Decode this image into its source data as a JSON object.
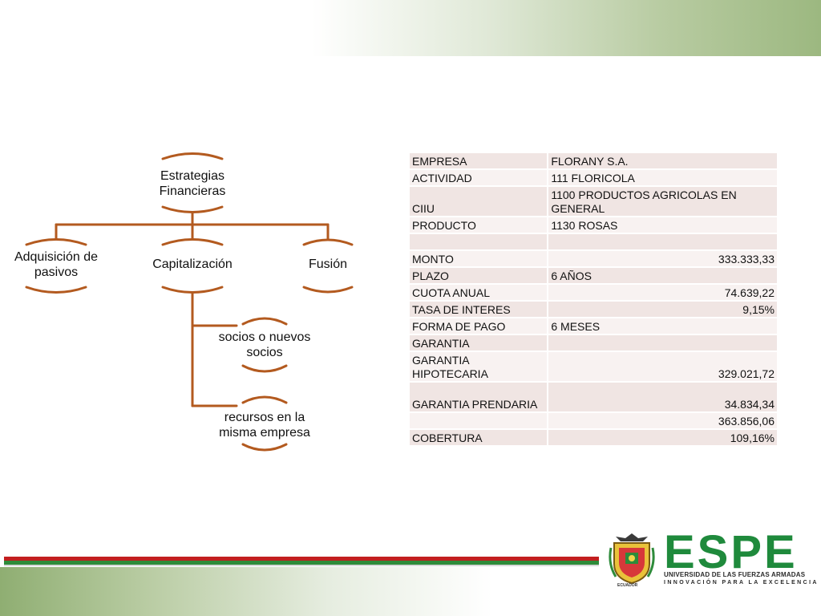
{
  "diagram": {
    "root": "Estrategias Financieras",
    "children": [
      "Adquisición de pasivos",
      "Capitalización",
      "Fusión"
    ],
    "sub_children": [
      "socios o nuevos socios",
      "recursos en la misma empresa"
    ],
    "connector_color": "#b35a1f"
  },
  "table": {
    "rows": [
      [
        "EMPRESA",
        "FLORANY S.A."
      ],
      [
        "ACTIVIDAD",
        "111 FLORICOLA"
      ],
      [
        "CIIU",
        "1100 PRODUCTOS AGRICOLAS EN GENERAL"
      ],
      [
        "PRODUCTO",
        "1130 ROSAS"
      ],
      [
        "",
        ""
      ],
      [
        "MONTO",
        "333.333,33"
      ],
      [
        "PLAZO",
        "6 AÑOS"
      ],
      [
        "CUOTA ANUAL",
        "74.639,22"
      ],
      [
        "TASA DE INTERES",
        "9,15%"
      ],
      [
        "FORMA DE PAGO",
        "6 MESES"
      ],
      [
        "GARANTIA",
        ""
      ],
      [
        "GARANTIA HIPOTECARIA",
        "329.021,72"
      ],
      [
        "GARANTIA PRENDARIA",
        "34.834,34"
      ],
      [
        "",
        "363.856,06"
      ],
      [
        "COBERTURA",
        "109,16%"
      ]
    ]
  },
  "logo": {
    "word": "ESPE",
    "university": "UNIVERSIDAD DE LAS FUERZAS ARMADAS",
    "motto": "INNOVACIÓN PARA LA EXCELENCIA",
    "country": "ECUADOR",
    "brand_color": "#1f8a3c"
  }
}
